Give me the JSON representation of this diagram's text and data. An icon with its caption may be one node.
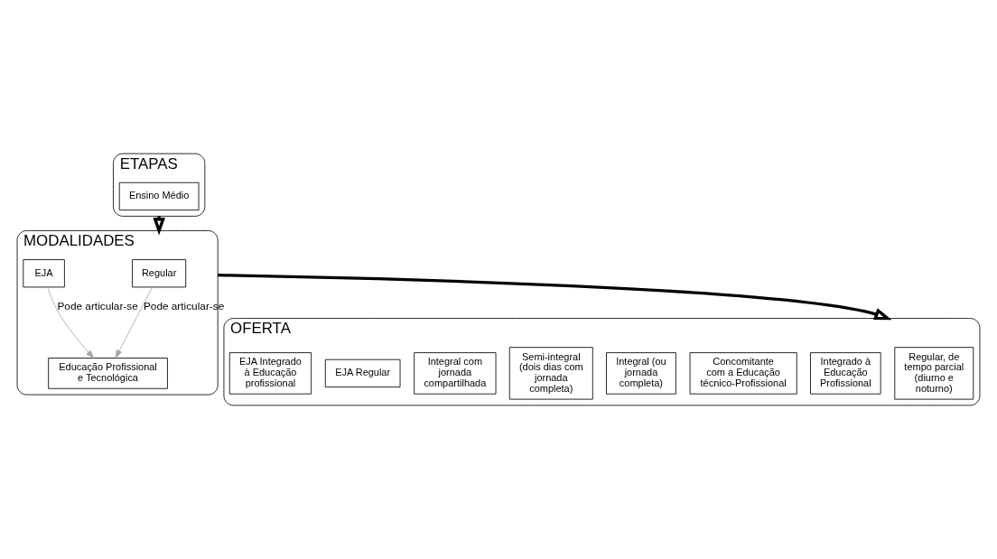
{
  "diagram": {
    "nodes": [
      {
        "text": [
          "ETAPAS"
        ]
      },
      {
        "text": [
          "Ensino Médio"
        ],
        "in": 0
      },
      {
        "text": [
          "MODALIDADES"
        ]
      },
      {
        "text": [
          "Regular"
        ],
        "in": 2
      },
      {
        "text": [
          "Educação Profissional e Tecnológica"
        ],
        "in": 2
      },
      {
        "text": [
          "EJA"
        ],
        "in": 2
      },
      {
        "text": [
          "OFERTA"
        ]
      },
      {
        "text": [
          "Regular, de tempo parcial (diurno e noturno)"
        ],
        "in": 6
      },
      {
        "text": [
          "Integrado à Educação Profissional"
        ],
        "in": 6
      },
      {
        "text": [
          "Concomitante com a Educação técnico-Profissional"
        ],
        "in": 6
      },
      {
        "text": [
          "Integral (ou jornada completa)"
        ],
        "in": 6
      },
      {
        "text": [
          "Semi-integral (dois dias com jornada completa)"
        ],
        "in": 6
      },
      {
        "text": [
          "Integral com jornada compartilhada"
        ],
        "in": 6
      },
      {
        "text": [
          "EJA Regular"
        ],
        "in": 6
      },
      {
        "text": [
          "EJA Integrado à Educação profissional"
        ],
        "in": 6
      }
    ],
    "edges": [
      {
        "from": 0,
        "to": 2,
        "arrow": "to",
        "style": "thick"
      },
      {
        "from": 2,
        "to": 6,
        "arrow": "to",
        "style": "thick"
      },
      {
        "from": 3,
        "to": 4,
        "arrow": "to",
        "label": "Pode articular-se",
        "color": "#a6a6a6"
      },
      {
        "from": 5,
        "to": 4,
        "arrow": "to",
        "label": "Pode articular-se",
        "color": "#a6a6a6"
      }
    ]
  }
}
